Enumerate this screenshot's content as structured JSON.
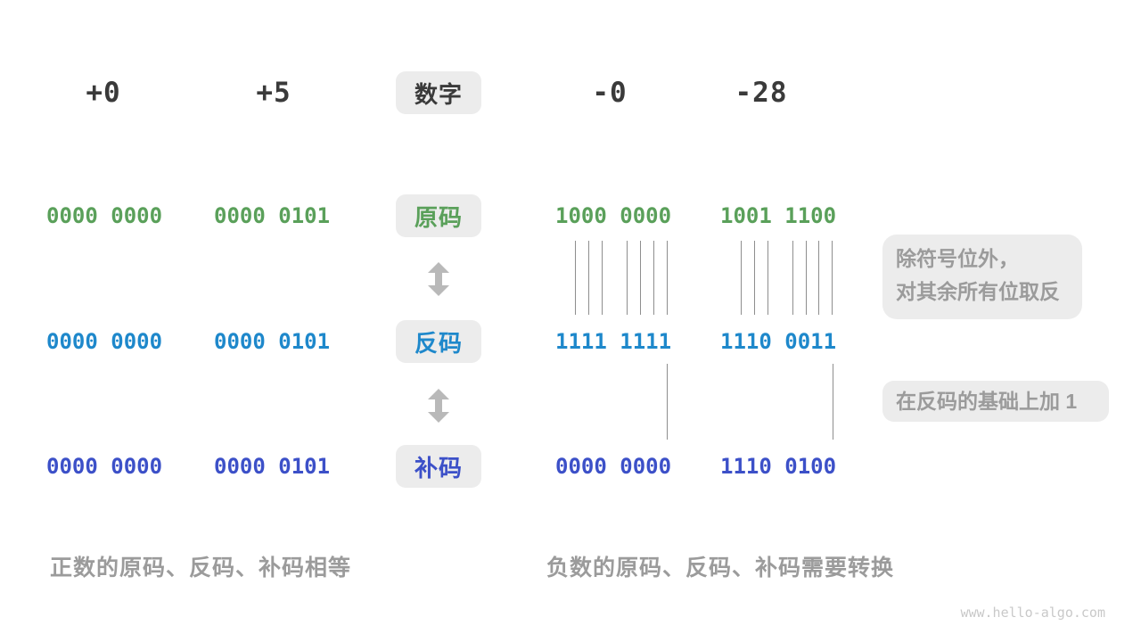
{
  "title_row": {
    "pill_label": "数字"
  },
  "row_labels": {
    "number": "数字",
    "sign_magnitude": "原码",
    "ones_complement": "反码",
    "twos_complement": "补码"
  },
  "columns": [
    {
      "number": "+0",
      "sign_magnitude": "0000 0000",
      "ones_complement": "0000 0000",
      "twos_complement": "0000 0000"
    },
    {
      "number": "+5",
      "sign_magnitude": "0000 0101",
      "ones_complement": "0000 0101",
      "twos_complement": "0000 0101"
    },
    {
      "number": "-0",
      "sign_magnitude": "1000 0000",
      "ones_complement": "1111 1111",
      "twos_complement": "0000 0000"
    },
    {
      "number": "-28",
      "sign_magnitude": "1001 1100",
      "ones_complement": "1110 0011",
      "twos_complement": "1110 0100"
    }
  ],
  "annotations": {
    "invert": "除符号位外，\n对其余所有位取反",
    "add_one": "在反码的基础上加 1"
  },
  "captions": {
    "positive": "正数的原码、反码、补码相等",
    "negative": "负数的原码、反码、补码需要转换"
  },
  "watermark": "www.hello-algo.com",
  "colors": {
    "sign_magnitude": "#5aa05a",
    "ones_complement": "#1e88cb",
    "twos_complement": "#3c50c8",
    "number_text": "#3a3a3a",
    "muted_text": "#9b9b9b",
    "pill_background": "#ececec",
    "connector_line": "#8e8e8e",
    "arrow": "#b9b9b9",
    "watermark": "#c9c9c9"
  }
}
